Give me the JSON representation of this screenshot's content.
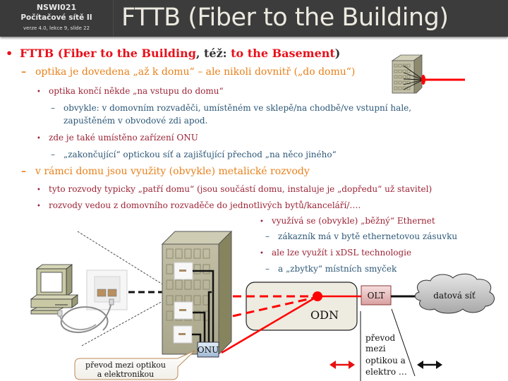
{
  "header": {
    "course_code": "NSWI021",
    "course_name": "Počítačové sítě II",
    "course_meta": "verze 4.0, lekce  9, slide 22",
    "title": "FTTB (Fiber to the Building)"
  },
  "colors": {
    "header_bg": "#3c3c3c",
    "level1": "#e8101a",
    "level2": "#e8801a",
    "level3": "#9b2335",
    "level4": "#2c5777",
    "fiber": "#ff0000"
  },
  "content": {
    "l1": {
      "part1": "FTTB (",
      "part2": "Fiber to the Building",
      "part3": ", též: ",
      "part4": "to the Basement",
      "part5": ")"
    },
    "l2a": "optika je dovedena „až k domu“ – ale nikoli dovnitř („do domu“)",
    "l3a": "optika končí někde „na vstupu do domu“",
    "l4a_1": "obvykle: v domovním rozvaděči, umístěném ve sklepě/na chodbě/ve vstupní hale,",
    "l4a_2": "zapuštěném v obvodové zdi apod.",
    "l3b": "zde je také umístěno zařízení ONU",
    "l4b": "„zakončující“ optickou síť a zajišťující přechod „na něco jiného“",
    "l2b": "v rámci domu jsou využity (obvykle) metalické rozvody",
    "l3c": "tyto rozvody typicky „patří domu“ (jsou součástí domu, instaluje je „dopředu“ už stavitel)",
    "l3d": "rozvody vedou z domovního rozvaděče do jednotlivých bytů/kanceláří/….",
    "l3e": "využívá se (obvykle) „běžný“ Ethernet",
    "l4e": "zákazník má v bytě ethernetovou zásuvku",
    "l3f": "ale lze využít i xDSL technologie",
    "l4f": "a „zbytky“ místních smyček"
  },
  "symbols": {
    "bullet": "•",
    "dash": "–"
  },
  "diagram": {
    "onu_label": "ONU",
    "olt_label": "OLT",
    "odn_label": "ODN",
    "cloud_label": "datová síť",
    "callout_line1": "převod mezi optikou",
    "callout_line2": "a elektronikou",
    "conversion_lines": [
      "převod",
      "mezi",
      "optikou a",
      "elektro …"
    ]
  }
}
